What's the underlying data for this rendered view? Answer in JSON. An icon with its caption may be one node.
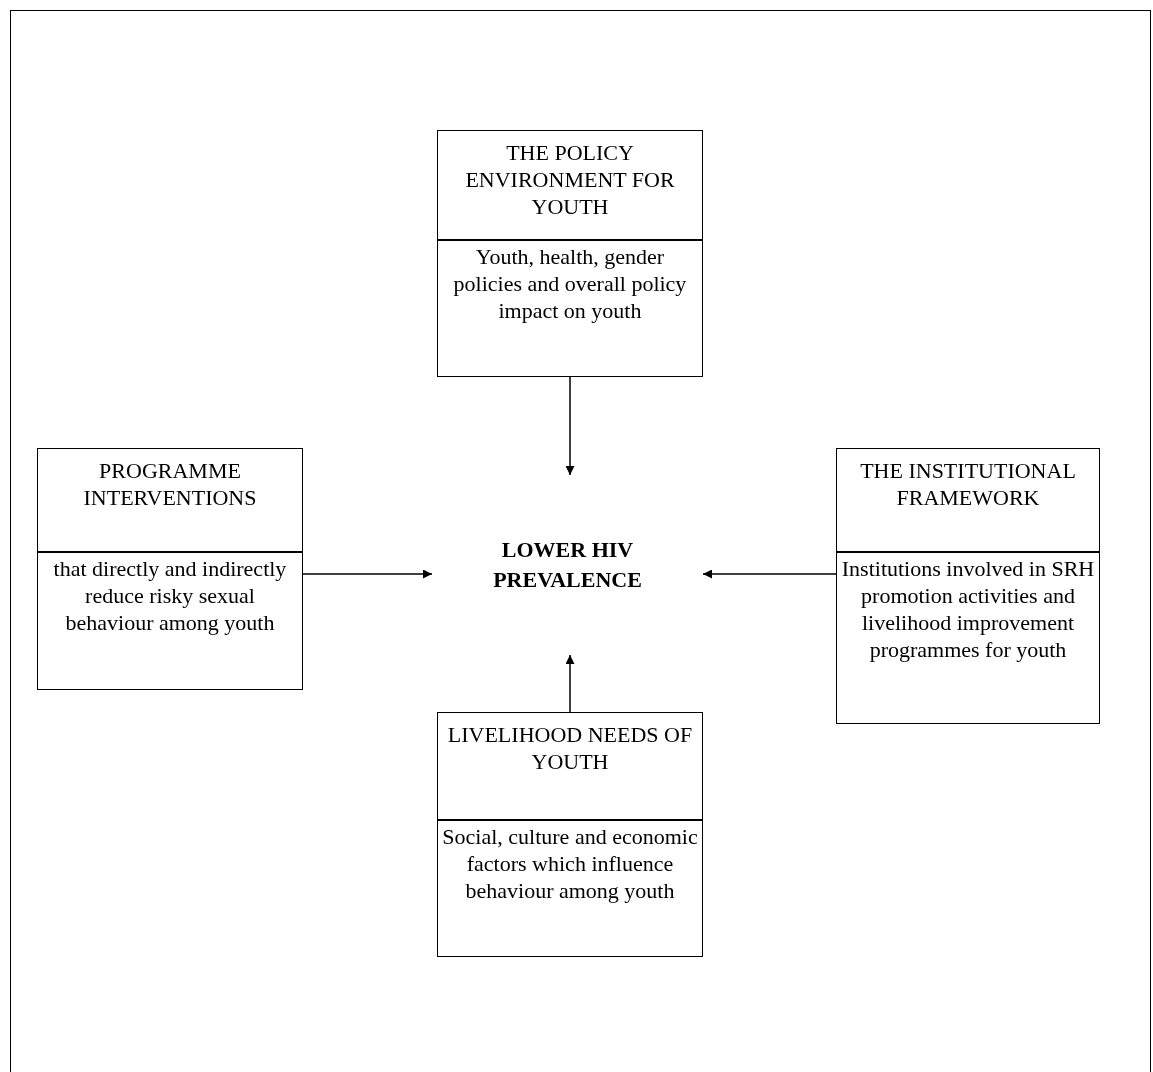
{
  "diagram": {
    "nodes": [
      {
        "text": [
          "THE POLICY ENVIRONMENT FOR YOUTH",
          "Youth, health, gender policies and overall policy impact on youth"
        ]
      },
      {
        "text": [
          "PROGRAMME INTERVENTIONS",
          "that directly and indirectly reduce risky sexual behaviour among youth"
        ]
      },
      {
        "text": [
          "LOWER HIV PREVALENCE"
        ]
      },
      {
        "text": [
          "THE INSTITUTIONAL FRAMEWORK",
          "Institutions involved in SRH promotion activities and livelihood improvement programmes for youth"
        ]
      },
      {
        "text": [
          "LIVELIHOOD NEEDS OF YOUTH",
          "Social, culture and economic factors which influence behaviour among youth"
        ]
      }
    ],
    "edges": [
      {
        "from": 0,
        "to": 2,
        "arrow": "to"
      },
      {
        "from": 1,
        "to": 2,
        "arrow": "to"
      },
      {
        "from": 3,
        "to": 2,
        "arrow": "to"
      },
      {
        "from": 4,
        "to": 2,
        "arrow": "to"
      }
    ]
  }
}
